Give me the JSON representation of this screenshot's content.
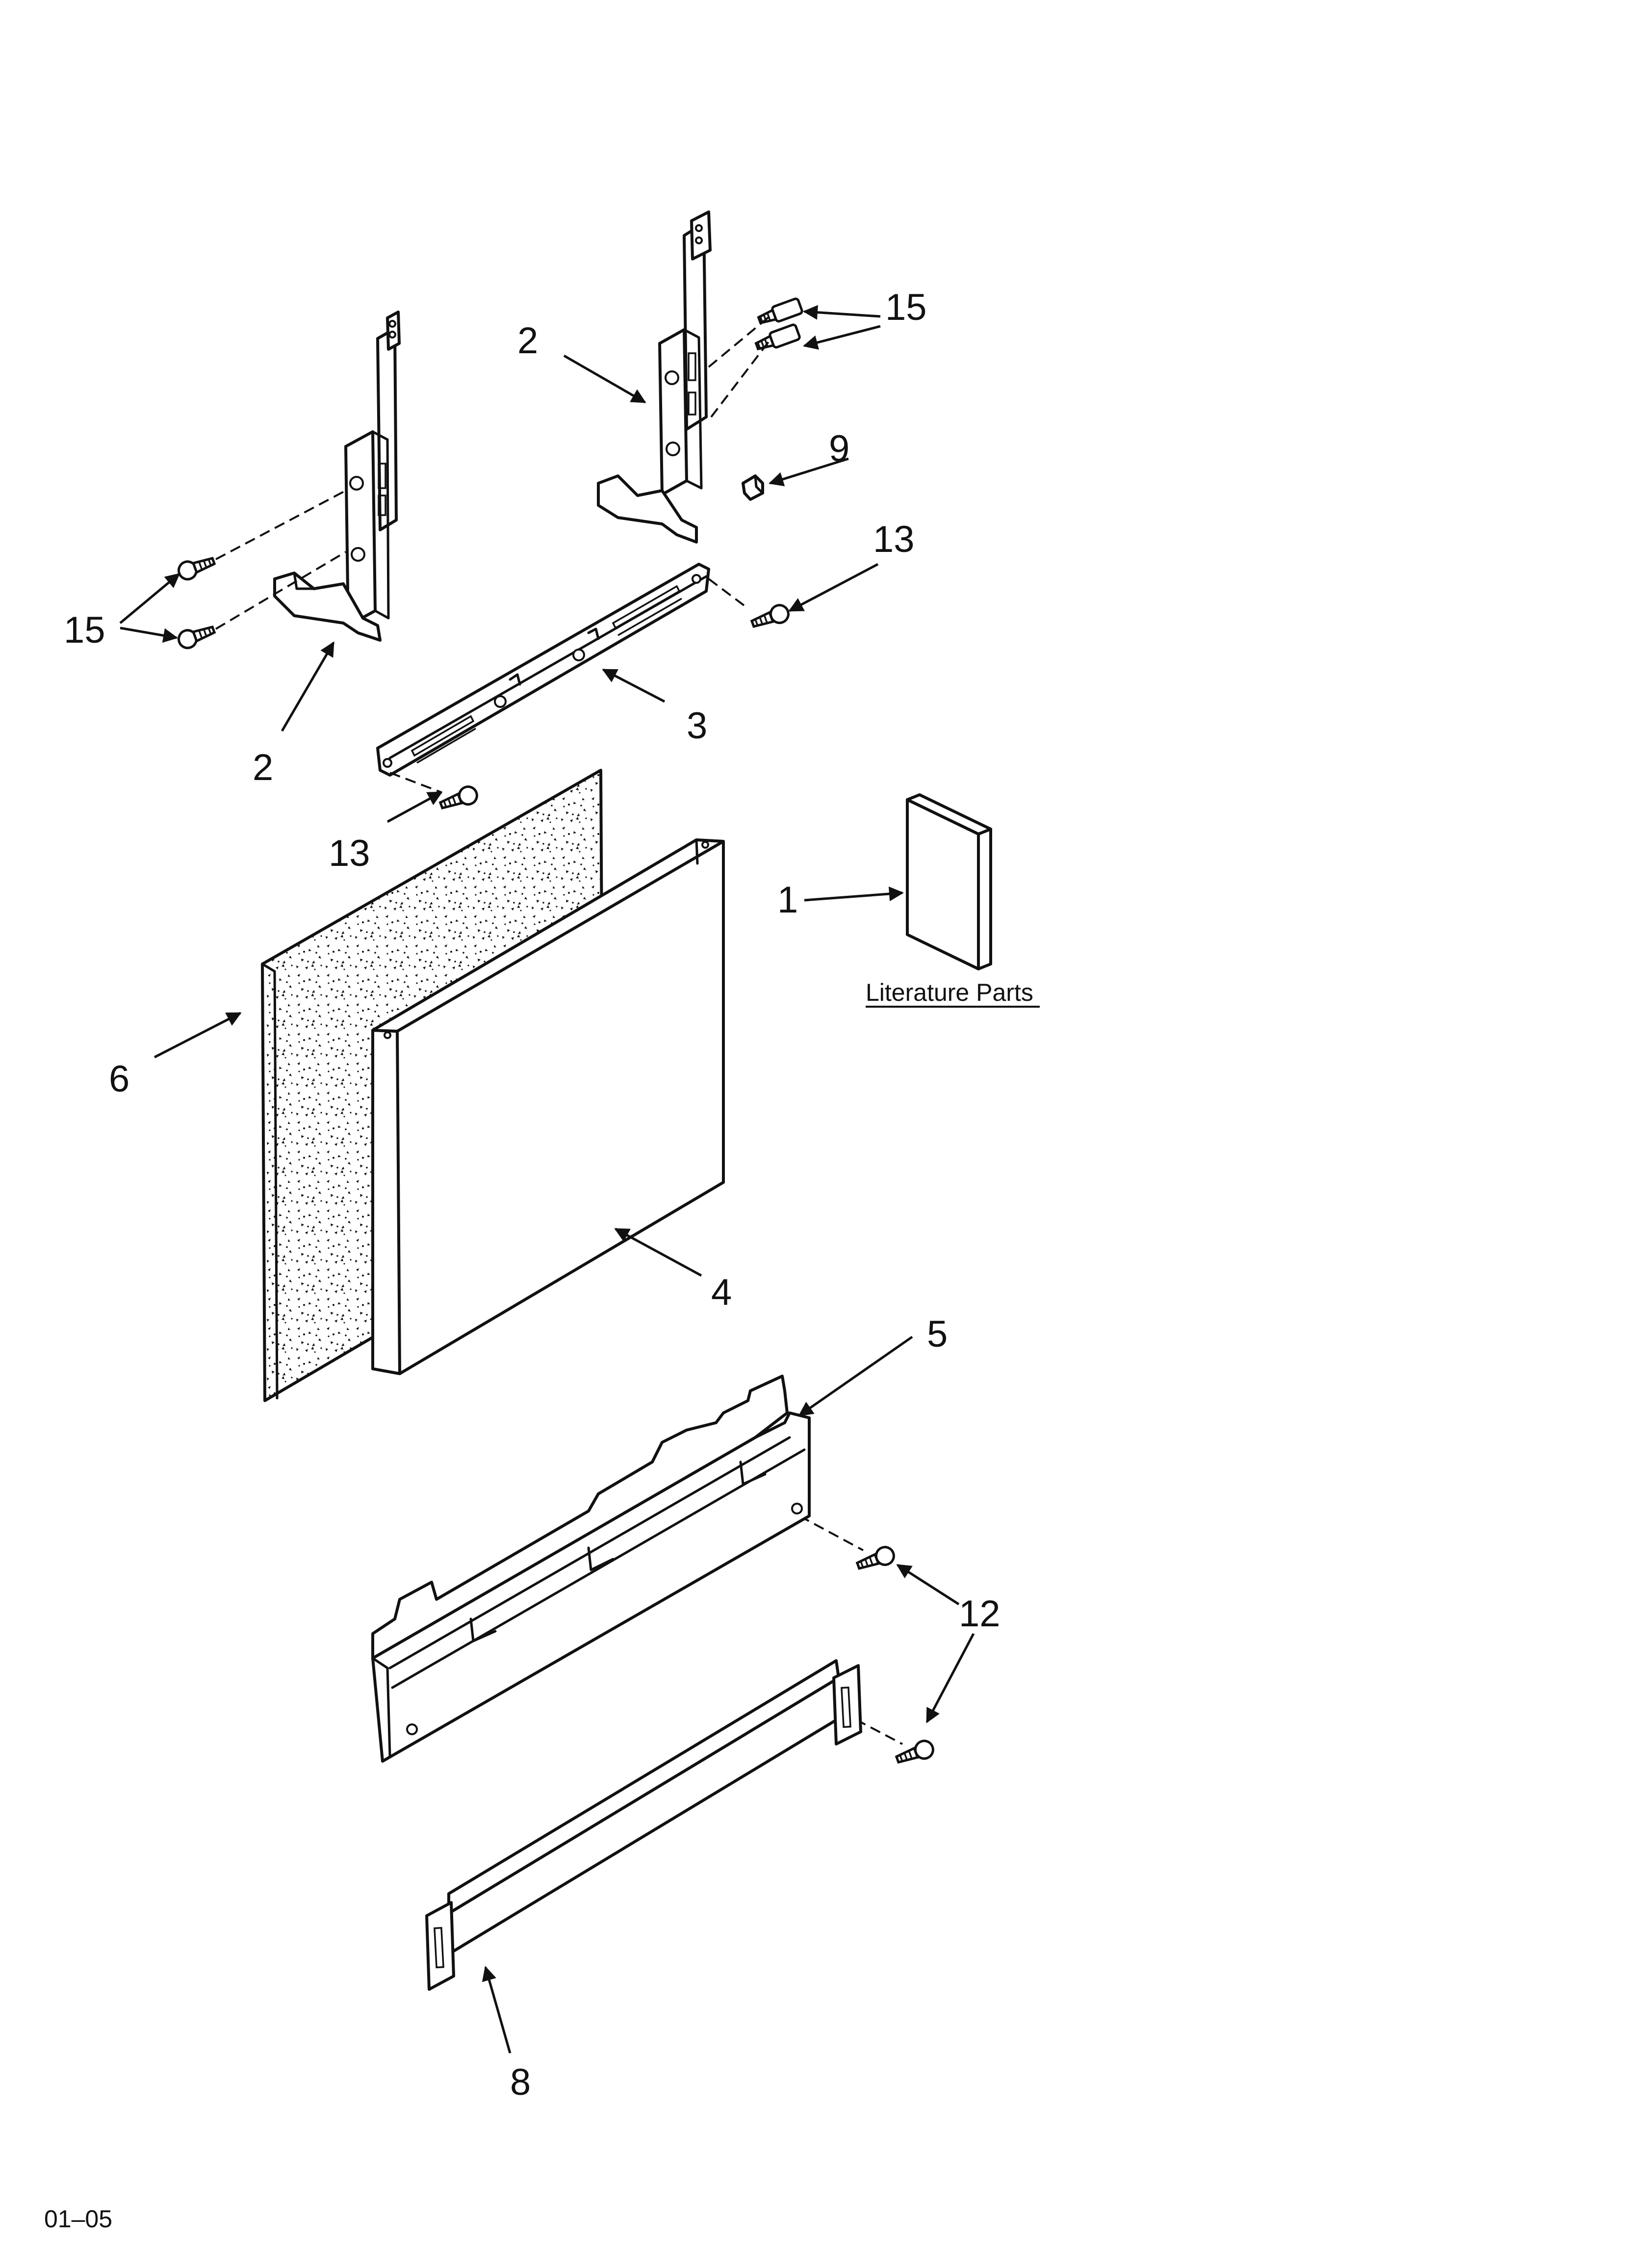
{
  "callouts": {
    "c1": "1",
    "c2a": "2",
    "c2b": "2",
    "c3": "3",
    "c4": "4",
    "c5": "5",
    "c6": "6",
    "c8": "8",
    "c9": "9",
    "c12": "12",
    "c13a": "13",
    "c13b": "13",
    "c15a": "15",
    "c15b": "15"
  },
  "literature_label": "Literature Parts",
  "footer_code": "01–05"
}
